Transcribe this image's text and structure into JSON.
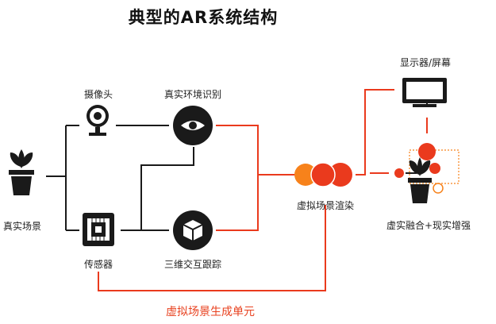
{
  "title": "典型的AR系统结构",
  "nodes": {
    "real_scene": "真实场景",
    "camera": "摄像头",
    "sensor": "传感器",
    "env_recognition": "真实环境识别",
    "tracking_3d": "三维交互跟踪",
    "virtual_render": "虚拟场景渲染",
    "display": "显示器/屏幕",
    "fusion": "虚实融合+现实增强"
  },
  "bottom_label": "虚拟场景生成单元",
  "colors": {
    "accent": "#ea3a1d",
    "accent_orange": "#f7821b",
    "dark": "#1a1a1a"
  }
}
